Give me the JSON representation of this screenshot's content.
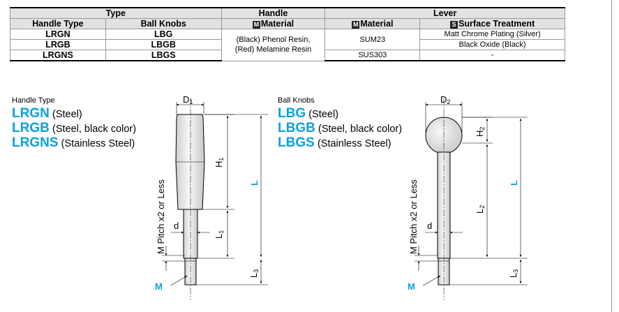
{
  "table": {
    "groups": {
      "type": "Type",
      "handle": "Handle",
      "lever": "Lever"
    },
    "headers": {
      "handle_type": "Handle Type",
      "ball_knobs": "Ball Knobs",
      "handle_material": {
        "badge": "M",
        "text": "Material"
      },
      "lever_material": {
        "badge": "M",
        "text": "Material"
      },
      "surface": {
        "badge": "S",
        "text": "Surface Treatment"
      }
    },
    "rows": [
      {
        "handle_type": "LRGN",
        "ball_knobs": "LBG",
        "surface": "Matt Chrome Plating (Silver)"
      },
      {
        "handle_type": "LRGB",
        "ball_knobs": "LBGB",
        "surface": "Black Oxide (Black)"
      },
      {
        "handle_type": "LRGNS",
        "ball_knobs": "LBGS",
        "surface": "-"
      }
    ],
    "handle_material": "(Black) Phenol Resin,\n(Red) Melamine Resin",
    "lever_material_1": "SUM23",
    "lever_material_2": "SUS303"
  },
  "left": {
    "caption": "Handle Type",
    "items": [
      {
        "code": "LRGN",
        "desc": "(Steel)"
      },
      {
        "code": "LRGB",
        "desc": "(Steel, black color)"
      },
      {
        "code": "LRGNS",
        "desc": "(Stainless Steel)"
      }
    ],
    "dims": {
      "D": "D",
      "D_sub": "1",
      "H": "H",
      "H_sub": "1",
      "L": "L",
      "L1": "L",
      "L1_sub": "1",
      "L3": "L",
      "L3_sub": "3",
      "d": "d",
      "M": "M",
      "pitch": "M Pitch x2 or Less"
    }
  },
  "right": {
    "caption": "Ball Knobs",
    "items": [
      {
        "code": "LBG",
        "desc": "(Steel)"
      },
      {
        "code": "LBGB",
        "desc": "(Steel, black color)"
      },
      {
        "code": "LBGS",
        "desc": "(Stainless Steel)"
      }
    ],
    "dims": {
      "D": "D",
      "D_sub": "2",
      "H": "H",
      "H_sub": "2",
      "L": "L",
      "L2": "L",
      "L2_sub": "2",
      "L3": "L",
      "L3_sub": "3",
      "d": "d",
      "M": "M",
      "pitch": "M Pitch x2 or Less"
    }
  },
  "colors": {
    "accent": "#0aa0e0",
    "header_bg": "#e2e2e2"
  }
}
